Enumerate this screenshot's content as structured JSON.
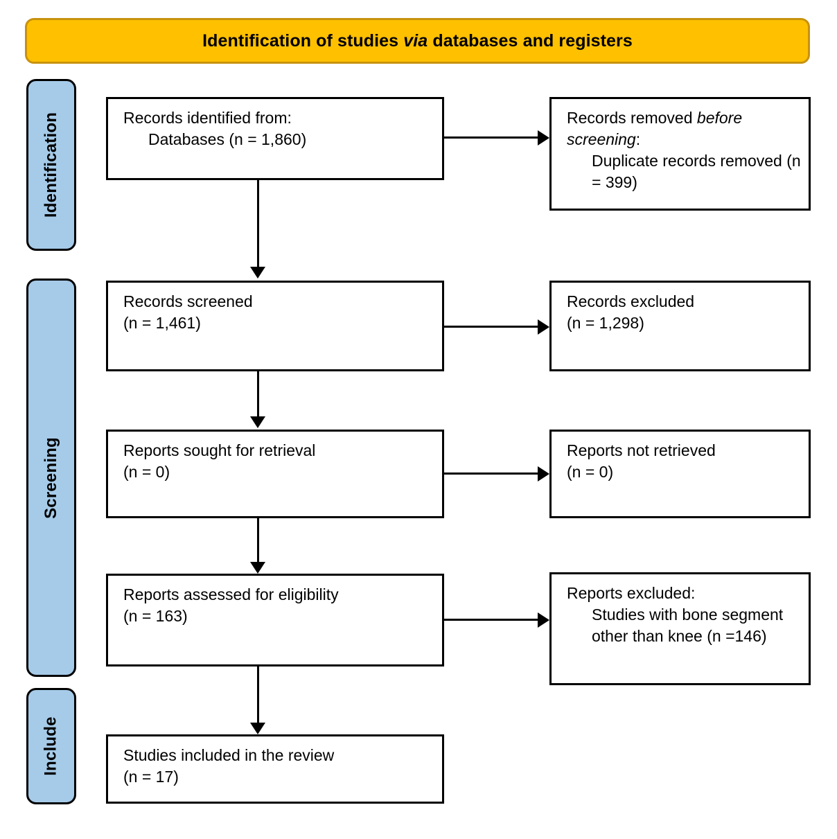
{
  "header": {
    "title_prefix": "Identification of studies ",
    "title_italic": "via",
    "title_suffix": " databases and registers"
  },
  "stages": [
    {
      "id": "identification",
      "label": "Identification"
    },
    {
      "id": "screening",
      "label": "Screening"
    },
    {
      "id": "include",
      "label": "Include"
    }
  ],
  "boxes": {
    "records_identified": {
      "line1": "Records identified from:",
      "line2": "Databases (n = 1,860)"
    },
    "records_removed": {
      "line1_prefix": "Records removed ",
      "line1_italic": "before screening",
      "line1_suffix": ":",
      "line2": "Duplicate records removed (n = 399)"
    },
    "records_screened": {
      "line1": "Records screened",
      "line2": "(n = 1,461)"
    },
    "records_excluded": {
      "line1": "Records excluded",
      "line2": "(n = 1,298)"
    },
    "reports_sought": {
      "line1": "Reports sought for retrieval",
      "line2": "(n = 0)"
    },
    "reports_not_retrieved": {
      "line1": "Reports not retrieved",
      "line2": "(n = 0)"
    },
    "reports_assessed": {
      "line1": "Reports assessed for eligibility",
      "line2": "(n = 163)"
    },
    "reports_excluded": {
      "line1": "Reports excluded:",
      "line2": "Studies with bone segment other than knee (n =146)"
    },
    "studies_included": {
      "line1": "Studies included in the review",
      "line2": "(n = 17)"
    }
  },
  "chart_data": {
    "type": "diagram",
    "title": "Identification of studies via databases and registers",
    "diagram_kind": "PRISMA 2020 flow diagram",
    "stages": [
      "Identification",
      "Screening",
      "Include"
    ],
    "nodes": [
      {
        "id": "records_identified",
        "stage": "Identification",
        "column": "main",
        "label": "Records identified from: Databases",
        "n": 1860
      },
      {
        "id": "records_removed",
        "stage": "Identification",
        "column": "side",
        "label": "Records removed before screening: Duplicate records removed",
        "n": 399
      },
      {
        "id": "records_screened",
        "stage": "Screening",
        "column": "main",
        "label": "Records screened",
        "n": 1461
      },
      {
        "id": "records_excluded",
        "stage": "Screening",
        "column": "side",
        "label": "Records excluded",
        "n": 1298
      },
      {
        "id": "reports_sought",
        "stage": "Screening",
        "column": "main",
        "label": "Reports sought for retrieval",
        "n": 0
      },
      {
        "id": "reports_not_retrieved",
        "stage": "Screening",
        "column": "side",
        "label": "Reports not retrieved",
        "n": 0
      },
      {
        "id": "reports_assessed",
        "stage": "Screening",
        "column": "main",
        "label": "Reports assessed for eligibility",
        "n": 163
      },
      {
        "id": "reports_excluded",
        "stage": "Screening",
        "column": "side",
        "label": "Reports excluded: Studies with bone segment other than knee",
        "n": 146
      },
      {
        "id": "studies_included",
        "stage": "Include",
        "column": "main",
        "label": "Studies included in the review",
        "n": 17
      }
    ],
    "edges": [
      {
        "from": "records_identified",
        "to": "records_removed",
        "direction": "right"
      },
      {
        "from": "records_identified",
        "to": "records_screened",
        "direction": "down"
      },
      {
        "from": "records_screened",
        "to": "records_excluded",
        "direction": "right"
      },
      {
        "from": "records_screened",
        "to": "reports_sought",
        "direction": "down"
      },
      {
        "from": "reports_sought",
        "to": "reports_not_retrieved",
        "direction": "right"
      },
      {
        "from": "reports_sought",
        "to": "reports_assessed",
        "direction": "down"
      },
      {
        "from": "reports_assessed",
        "to": "reports_excluded",
        "direction": "right"
      },
      {
        "from": "reports_assessed",
        "to": "studies_included",
        "direction": "down"
      }
    ],
    "colors": {
      "header_fill": "#FFC000",
      "header_border": "#C8920E",
      "stage_fill": "#A6CBE9",
      "box_fill": "#FFFFFF",
      "stroke": "#000000"
    }
  }
}
